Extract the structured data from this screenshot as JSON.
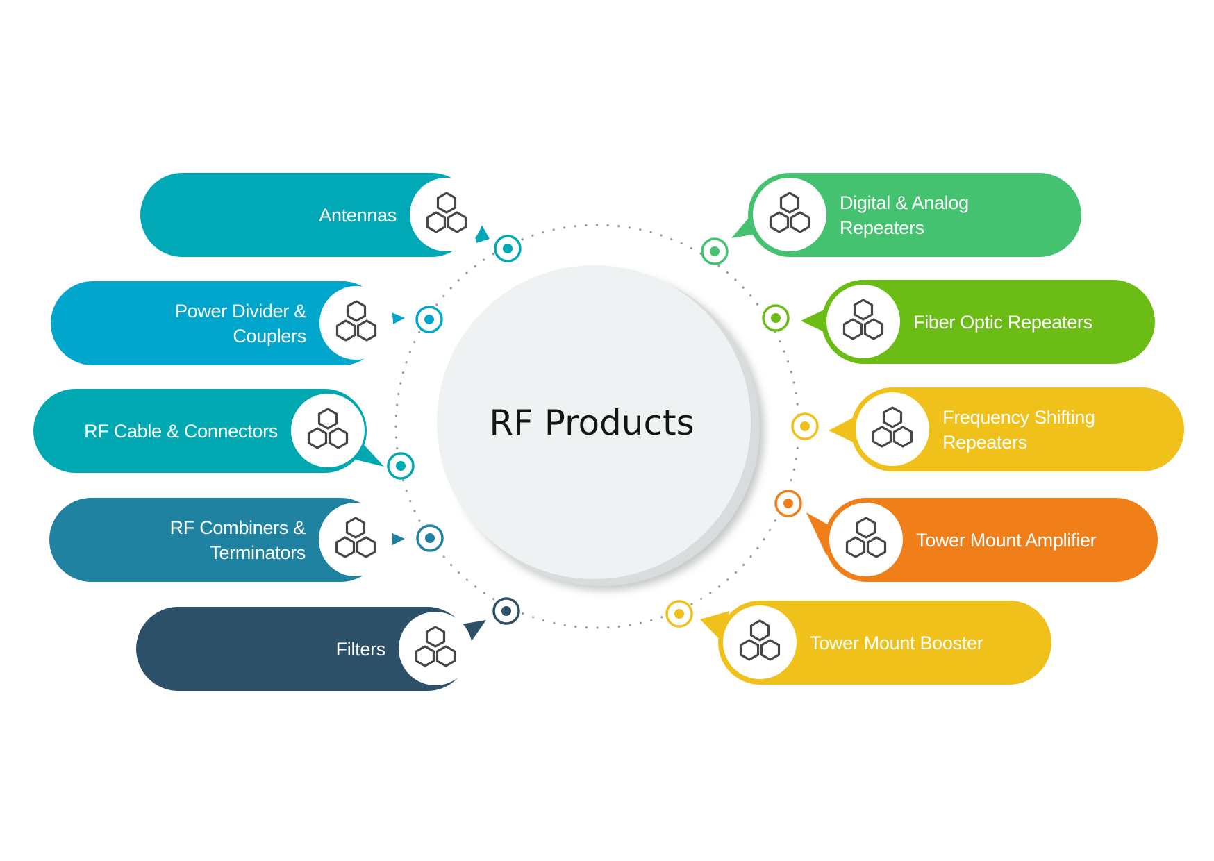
{
  "diagram": {
    "title": "RF Products",
    "hub_icon": "circle-hub",
    "item_icon": "hexagon-cluster-icon",
    "items": [
      {
        "id": "antennas",
        "side": "left",
        "lines": [
          "Antennas"
        ],
        "color": "#00a9b5"
      },
      {
        "id": "power-divider-couplers",
        "side": "left",
        "lines": [
          "Power Divider &",
          "Couplers"
        ],
        "color": "#00a6cc"
      },
      {
        "id": "rf-cable-connectors",
        "side": "left",
        "lines": [
          "RF Cable & Connectors"
        ],
        "color": "#00a8b2"
      },
      {
        "id": "rf-combiners-terminators",
        "side": "left",
        "lines": [
          "RF Combiners &",
          "Terminators"
        ],
        "color": "#1f82a1"
      },
      {
        "id": "filters",
        "side": "left",
        "lines": [
          "Filters"
        ],
        "color": "#2b5068"
      },
      {
        "id": "digital-analog-repeaters",
        "side": "right",
        "lines": [
          "Digital & Analog",
          "Repeaters"
        ],
        "color": "#44c270"
      },
      {
        "id": "fiber-optic-repeaters",
        "side": "right",
        "lines": [
          "Fiber Optic Repeaters"
        ],
        "color": "#6bbd16"
      },
      {
        "id": "frequency-shifting-repeaters",
        "side": "right",
        "lines": [
          "Frequency Shifting",
          "Repeaters"
        ],
        "color": "#f0c11a"
      },
      {
        "id": "tower-mount-amplifier",
        "side": "right",
        "lines": [
          "Tower Mount Amplifier"
        ],
        "color": "#f07f1a"
      },
      {
        "id": "tower-mount-booster",
        "side": "right",
        "lines": [
          "Tower Mount Booster"
        ],
        "color": "#f0c11a"
      }
    ]
  }
}
